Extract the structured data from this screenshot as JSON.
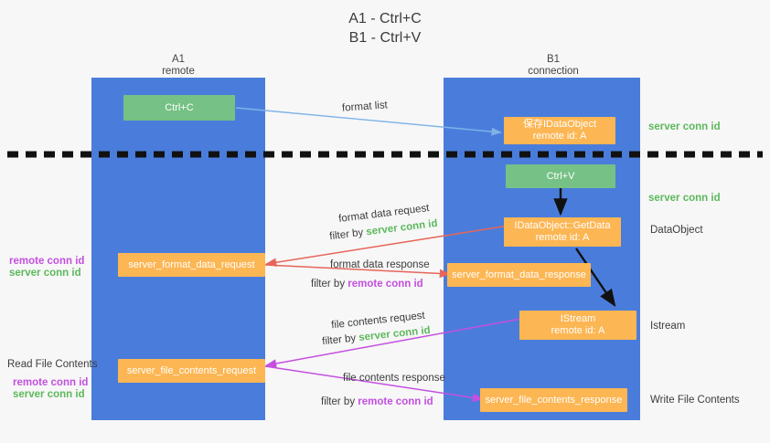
{
  "title": {
    "line1": "A1 - Ctrl+C",
    "line2": "B1 - Ctrl+V"
  },
  "lanes": [
    {
      "name": "A1",
      "role": "remote"
    },
    {
      "name": "B1",
      "role": "connection"
    }
  ],
  "boxes": {
    "ctrl_c": {
      "label": "Ctrl+C",
      "color": "#76c185"
    },
    "save_idataobject": {
      "line1": "保存IDataObject",
      "line2": "remote id: A",
      "color": "#fcb653"
    },
    "ctrl_v": {
      "label": "Ctrl+V",
      "color": "#76c185"
    },
    "getdata": {
      "line1": "IDataObject::GetData",
      "line2": "remote id: A",
      "color": "#fcb653"
    },
    "format_data_request": {
      "label": "server_format_data_request",
      "color": "#fcb653"
    },
    "format_data_response": {
      "label": "server_format_data_response",
      "color": "#fcb653"
    },
    "istream": {
      "line1": "IStream",
      "line2": "remote id: A",
      "color": "#fcb653"
    },
    "file_contents_request": {
      "label": "server_file_contents_request",
      "color": "#fcb653"
    },
    "file_contents_response": {
      "label": "server_file_contents_response",
      "color": "#fcb653"
    }
  },
  "arrow_labels": {
    "format_list": "format list",
    "format_data_request": "format data request",
    "format_data_request_filter_prefix": "filter by ",
    "format_data_request_filter_key": "server conn id",
    "format_data_response": "format data response",
    "format_data_response_filter_prefix": "filter by ",
    "format_data_response_filter_key": "remote conn id",
    "file_contents_request": "file contents request",
    "file_contents_request_filter_prefix": "filter by ",
    "file_contents_request_filter_key": "server conn id",
    "file_contents_response": "file contents response",
    "file_contents_response_filter_prefix": "filter by ",
    "file_contents_response_filter_key": "remote conn id"
  },
  "right_annotations": [
    {
      "text": "server conn id",
      "kind": "server"
    },
    {
      "text": "server conn id",
      "kind": "server"
    },
    {
      "text": "DataObject",
      "kind": "plain"
    },
    {
      "text": "Istream",
      "kind": "plain"
    },
    {
      "text": "Write File Contents",
      "kind": "plain"
    }
  ],
  "left_annotations": {
    "mid_remote": "remote conn id",
    "mid_server": "server conn id",
    "read_file_contents": "Read File Contents",
    "low_remote": "remote conn id",
    "low_server": "server conn id"
  },
  "colors": {
    "lane": "#4a7ddb",
    "green_box": "#76c185",
    "orange_box": "#fcb653",
    "server_conn": "#5cb85c",
    "remote_conn": "#c44fe0",
    "arrow_blue": "#7fb3e8",
    "arrow_red": "#e8655a",
    "arrow_purple": "#c44fe0",
    "arrow_black": "#111111",
    "background": "#f7f7f7"
  }
}
